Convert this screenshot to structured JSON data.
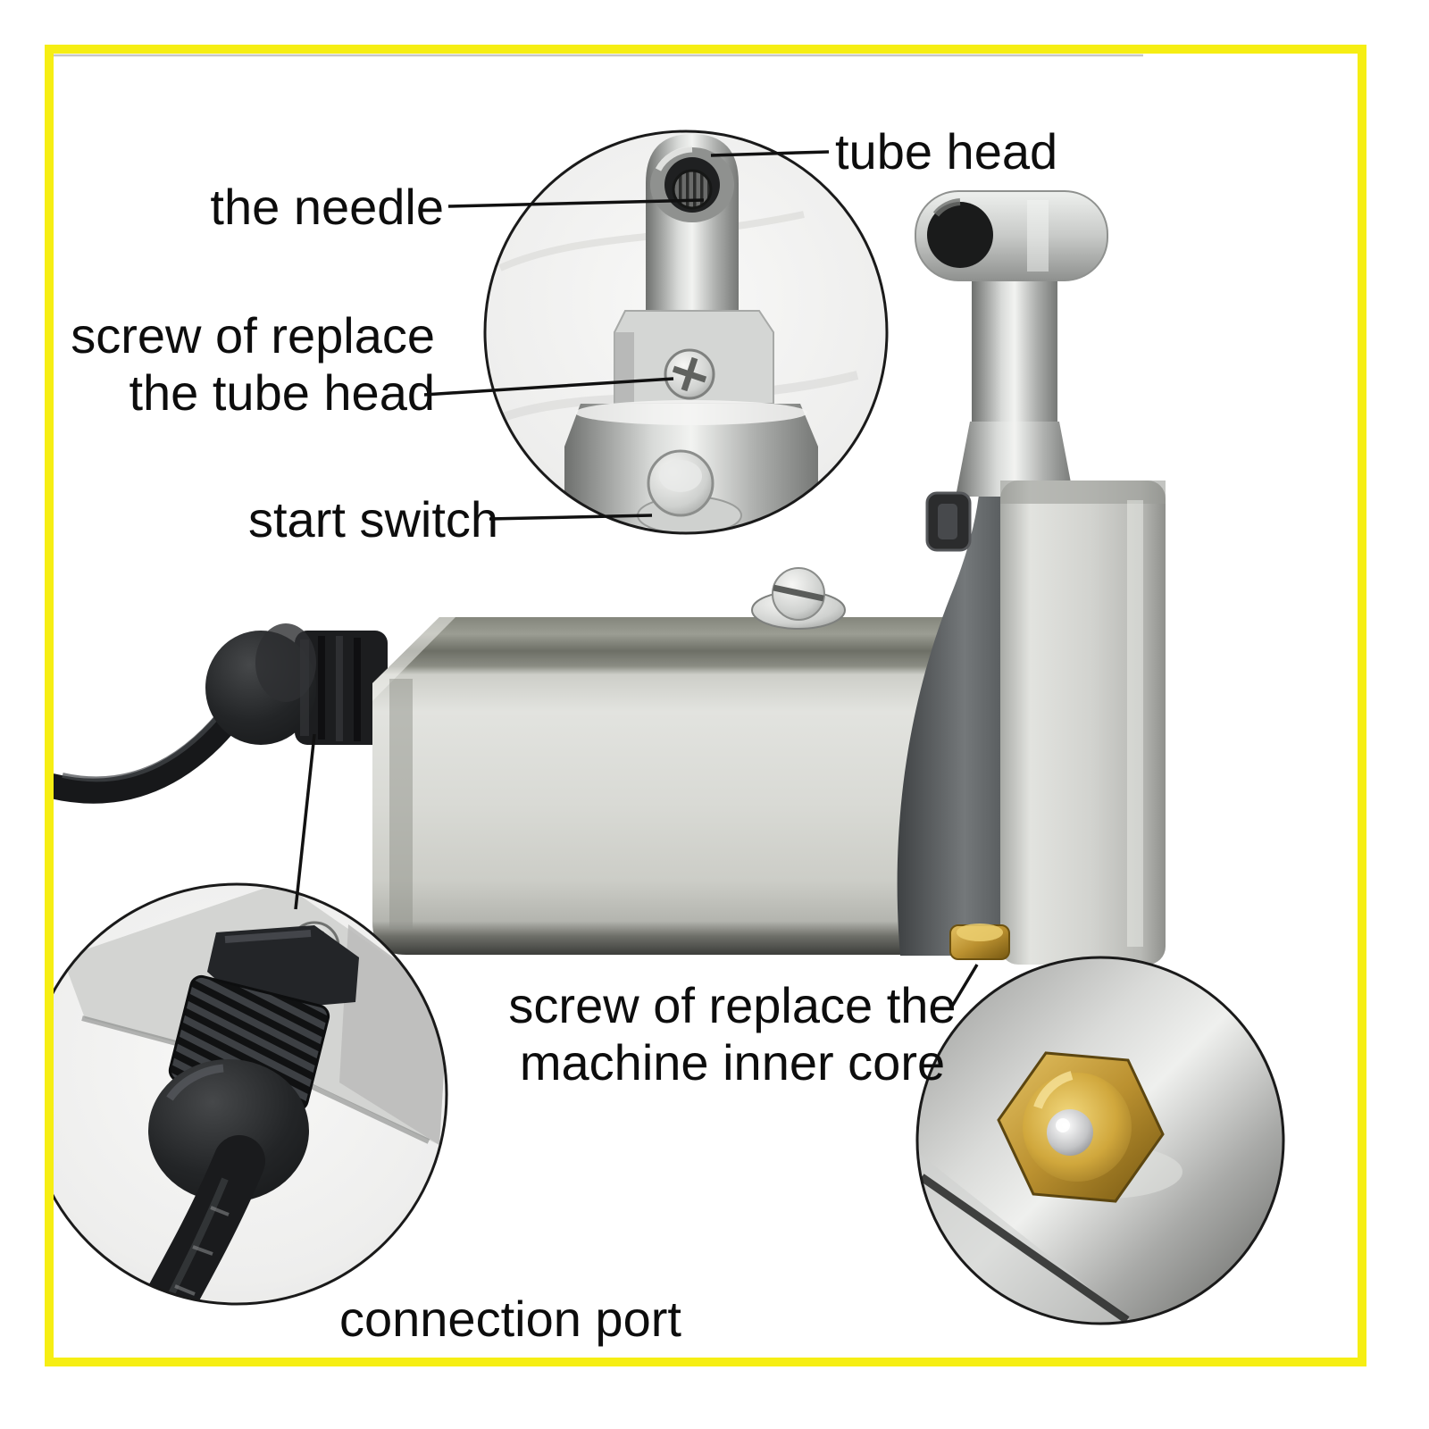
{
  "labels": {
    "needle": "the needle",
    "screw_tube_head_line1": "screw of replace",
    "screw_tube_head_line2": "the tube head",
    "start_switch": "start switch",
    "tube_head": "tube head",
    "inner_core_line1": "screw of replace the",
    "inner_core_line2": "machine inner core",
    "connection_port": "connection port"
  },
  "colors": {
    "frame_yellow": "#f6ee13",
    "label_text": "#0d0d0d",
    "leader_line": "#111111",
    "steel_bright": "#dcddd8",
    "steel_band_dark": "#6f7168",
    "clamp_dark": "#54575a",
    "cable_black": "#1a1b1d",
    "brass": "#c49a32",
    "inset_background": "#efefee"
  }
}
